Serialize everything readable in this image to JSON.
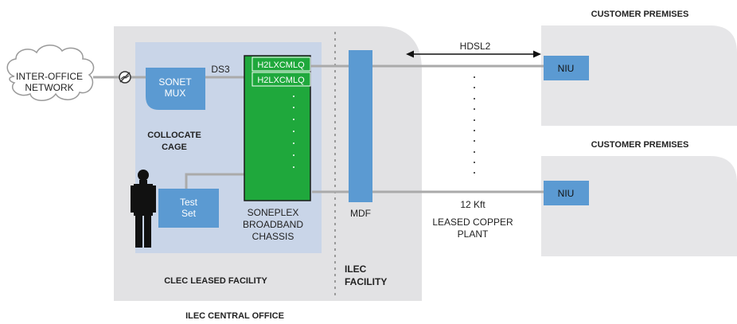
{
  "cloud": {
    "line1": "INTER-OFFICE",
    "line2": "NETWORK"
  },
  "sonet_mux": {
    "line1": "SONET",
    "line2": "MUX"
  },
  "ds3_label": "DS3",
  "cards": [
    "H2LXCMLQ",
    "H2LXCMLQ"
  ],
  "collocate": {
    "line1": "COLLOCATE",
    "line2": "CAGE"
  },
  "test_set": {
    "line1": "Test",
    "line2": "Set"
  },
  "chassis": {
    "line1": "SONEPLEX",
    "line2": "BROADBAND",
    "line3": "CHASSIS"
  },
  "mdf_label": "MDF",
  "clec_facility_label": "CLEC LEASED FACILITY",
  "ilec_facility": {
    "line1": "ILEC",
    "line2": "FACILITY"
  },
  "central_office_label": "ILEC CENTRAL OFFICE",
  "hdsl2_label": "HDSL2",
  "customer_premises": [
    "CUSTOMER PREMISES",
    "CUSTOMER PREMISES"
  ],
  "niu_label": "NIU",
  "distance_label": "12 Kft",
  "leased_copper": {
    "line1": "LEASED COPPER",
    "line2": "PLANT"
  },
  "colors": {
    "office_bg": "#e2e2e4",
    "cage_bg": "#c9d5e8",
    "blue": "#5b9ad2",
    "green": "#1fa83c",
    "line": "#aaaaaa",
    "premises_bg": "#e6e6e8"
  }
}
